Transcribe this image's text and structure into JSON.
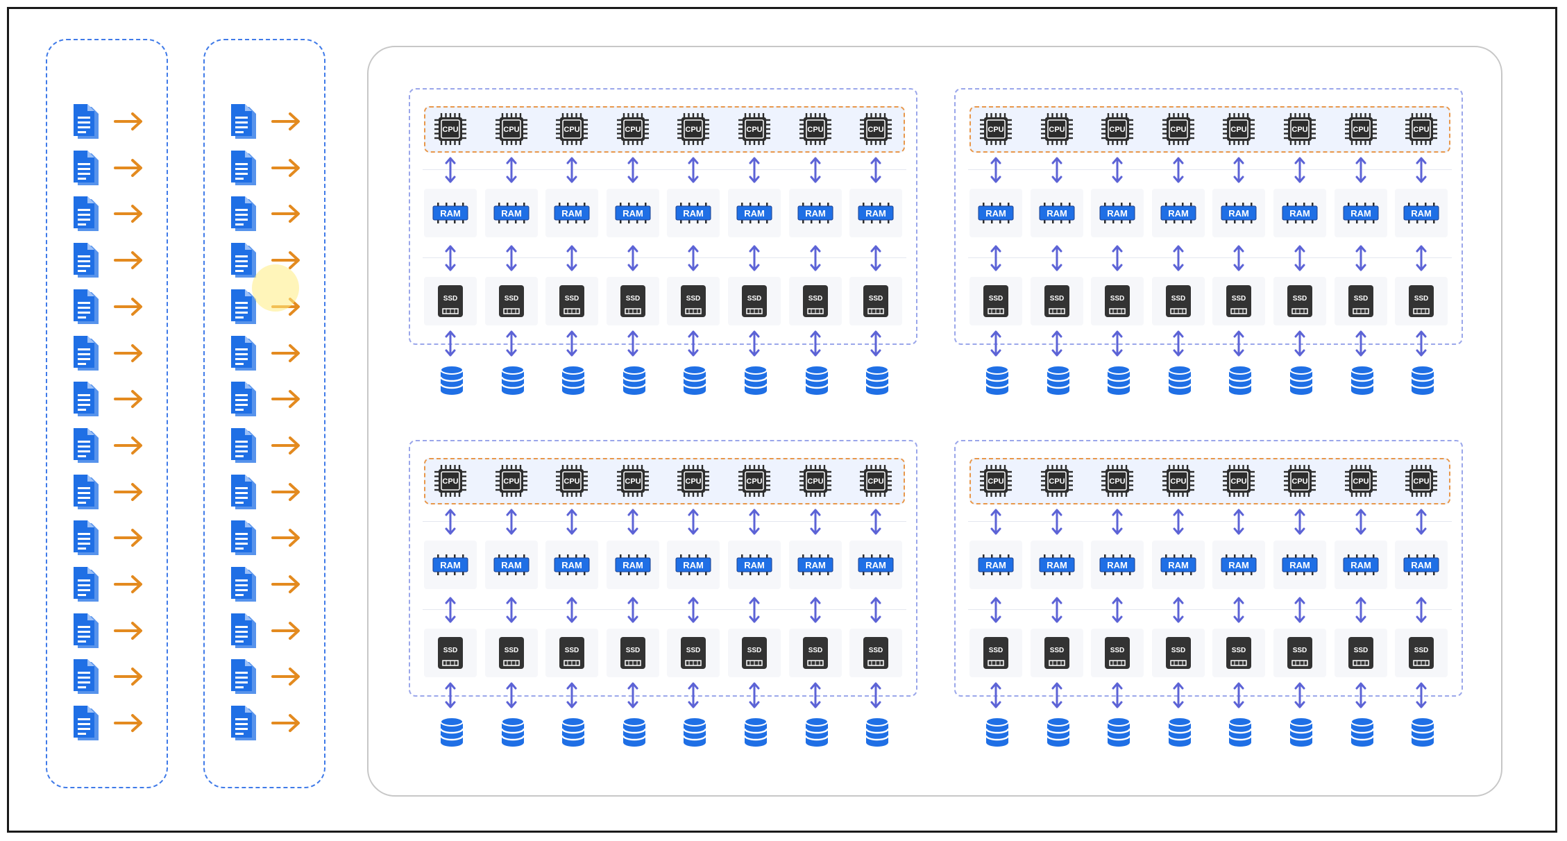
{
  "labels": {
    "cpu": "CPU",
    "ram": "RAM",
    "ssd": "SSD"
  },
  "queues": {
    "count": 2,
    "documents_per_queue": 14
  },
  "clusters": {
    "count": 4,
    "nodes_per_cluster": 8
  },
  "colors": {
    "document": "#1f6fe5",
    "queue_arrow": "#e38a1f",
    "link_arrow": "#5c63d6",
    "cpu_chip": "#2d2d2d",
    "ram_module": "#1f6fe5",
    "ssd_drive": "#333333",
    "database": "#1f6fe5",
    "cpu_row_border": "#e8974a",
    "cluster_border": "#9aa6ea",
    "queue_border": "#3f7ae8"
  },
  "icons": {
    "document": "document-icon",
    "queue_arrow": "arrow-right-icon",
    "cpu": "cpu-chip-icon",
    "ram": "ram-module-icon",
    "ssd": "ssd-drive-icon",
    "link": "bidirectional-arrow-icon",
    "database": "database-icon"
  }
}
